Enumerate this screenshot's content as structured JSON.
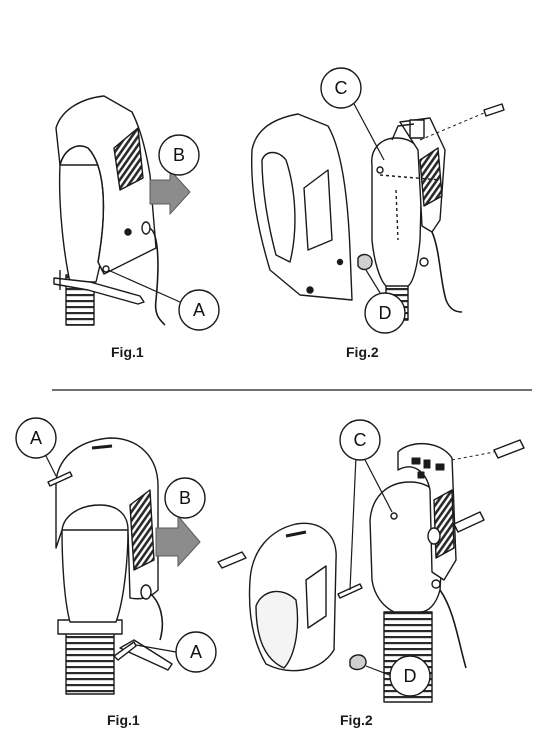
{
  "top_section": {
    "fig1_caption": "Fig.1",
    "fig2_caption": "Fig.2",
    "callouts": {
      "a": "A",
      "b": "B",
      "c": "C",
      "d": "D"
    }
  },
  "bottom_section": {
    "fig1_caption": "Fig.1",
    "fig2_caption": "Fig.2",
    "callouts": {
      "a_top": "A",
      "a_bottom": "A",
      "b": "B",
      "c": "C",
      "d": "D"
    }
  },
  "colors": {
    "line": "#1a1a1a",
    "arrow": "#8c8c8c",
    "shade": "#3a3a3a",
    "body": "#ffffff"
  }
}
